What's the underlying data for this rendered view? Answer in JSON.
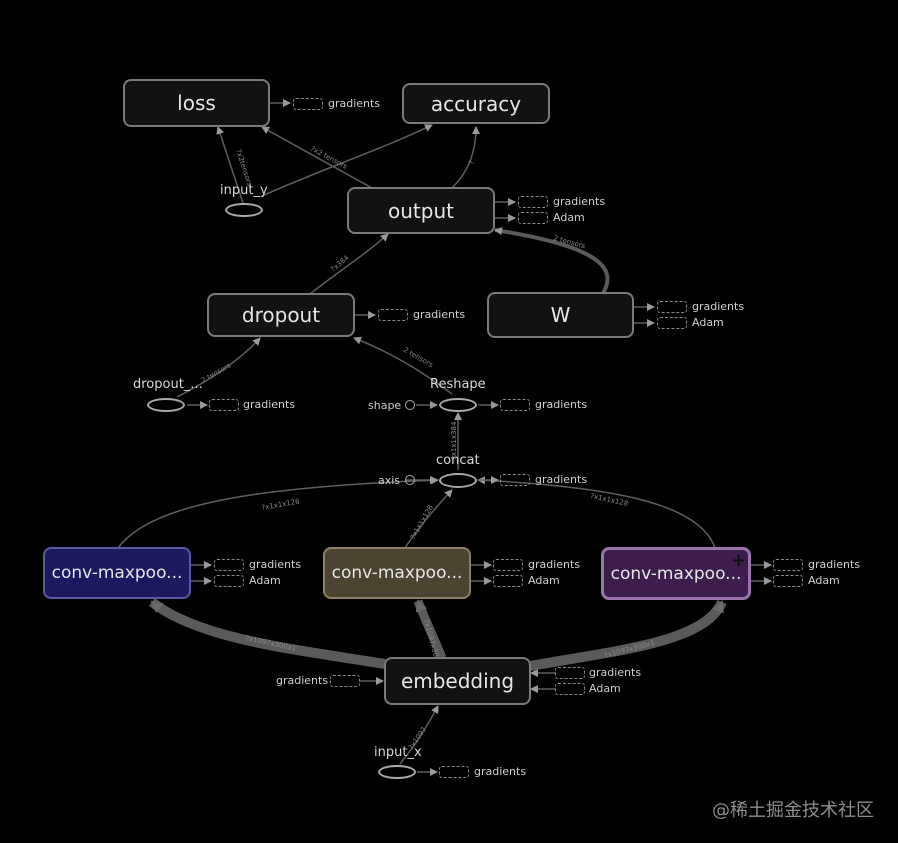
{
  "nodes": {
    "loss": "loss",
    "accuracy": "accuracy",
    "output": "output",
    "dropout": "dropout",
    "w": "W",
    "conv1": "conv-maxpoo...",
    "conv2": "conv-maxpoo...",
    "conv3": "conv-maxpoo...",
    "embedding": "embedding"
  },
  "ops": {
    "input_y": "input_y",
    "dropout_keep": "dropout_...",
    "reshape": "Reshape",
    "shape": "shape",
    "concat": "concat",
    "axis": "axis",
    "input_x": "input_x"
  },
  "aux": {
    "gradients": "gradients",
    "adam": "Adam"
  },
  "edge_labels": {
    "iny_loss": "?x2tensors",
    "out_loss": "?x2 tensors",
    "out_acc": "?",
    "drop_out": "?x384",
    "w_out": "2 tensors",
    "keep_drop": "2 tensors",
    "resh_drop": "2 tensors",
    "concat_resh": "?x1x1x384",
    "c1_concat": "?x1x1x128",
    "c2_concat": "?x1x1x128",
    "c3_concat": "?x1x1x128",
    "emb_c1": "?x1097x300x1",
    "emb_c2": "?x1097x300x1",
    "emb_c3": "?x1097x300x1",
    "inx_emb": "?x1097"
  },
  "watermark": "@稀土掘金技术社区",
  "colors": {
    "background": "#000000",
    "node_fill": "#121212",
    "conv1_fill": "#1c1a5e",
    "conv2_fill": "#4b4430",
    "conv3_fill": "#3d1d4c"
  }
}
